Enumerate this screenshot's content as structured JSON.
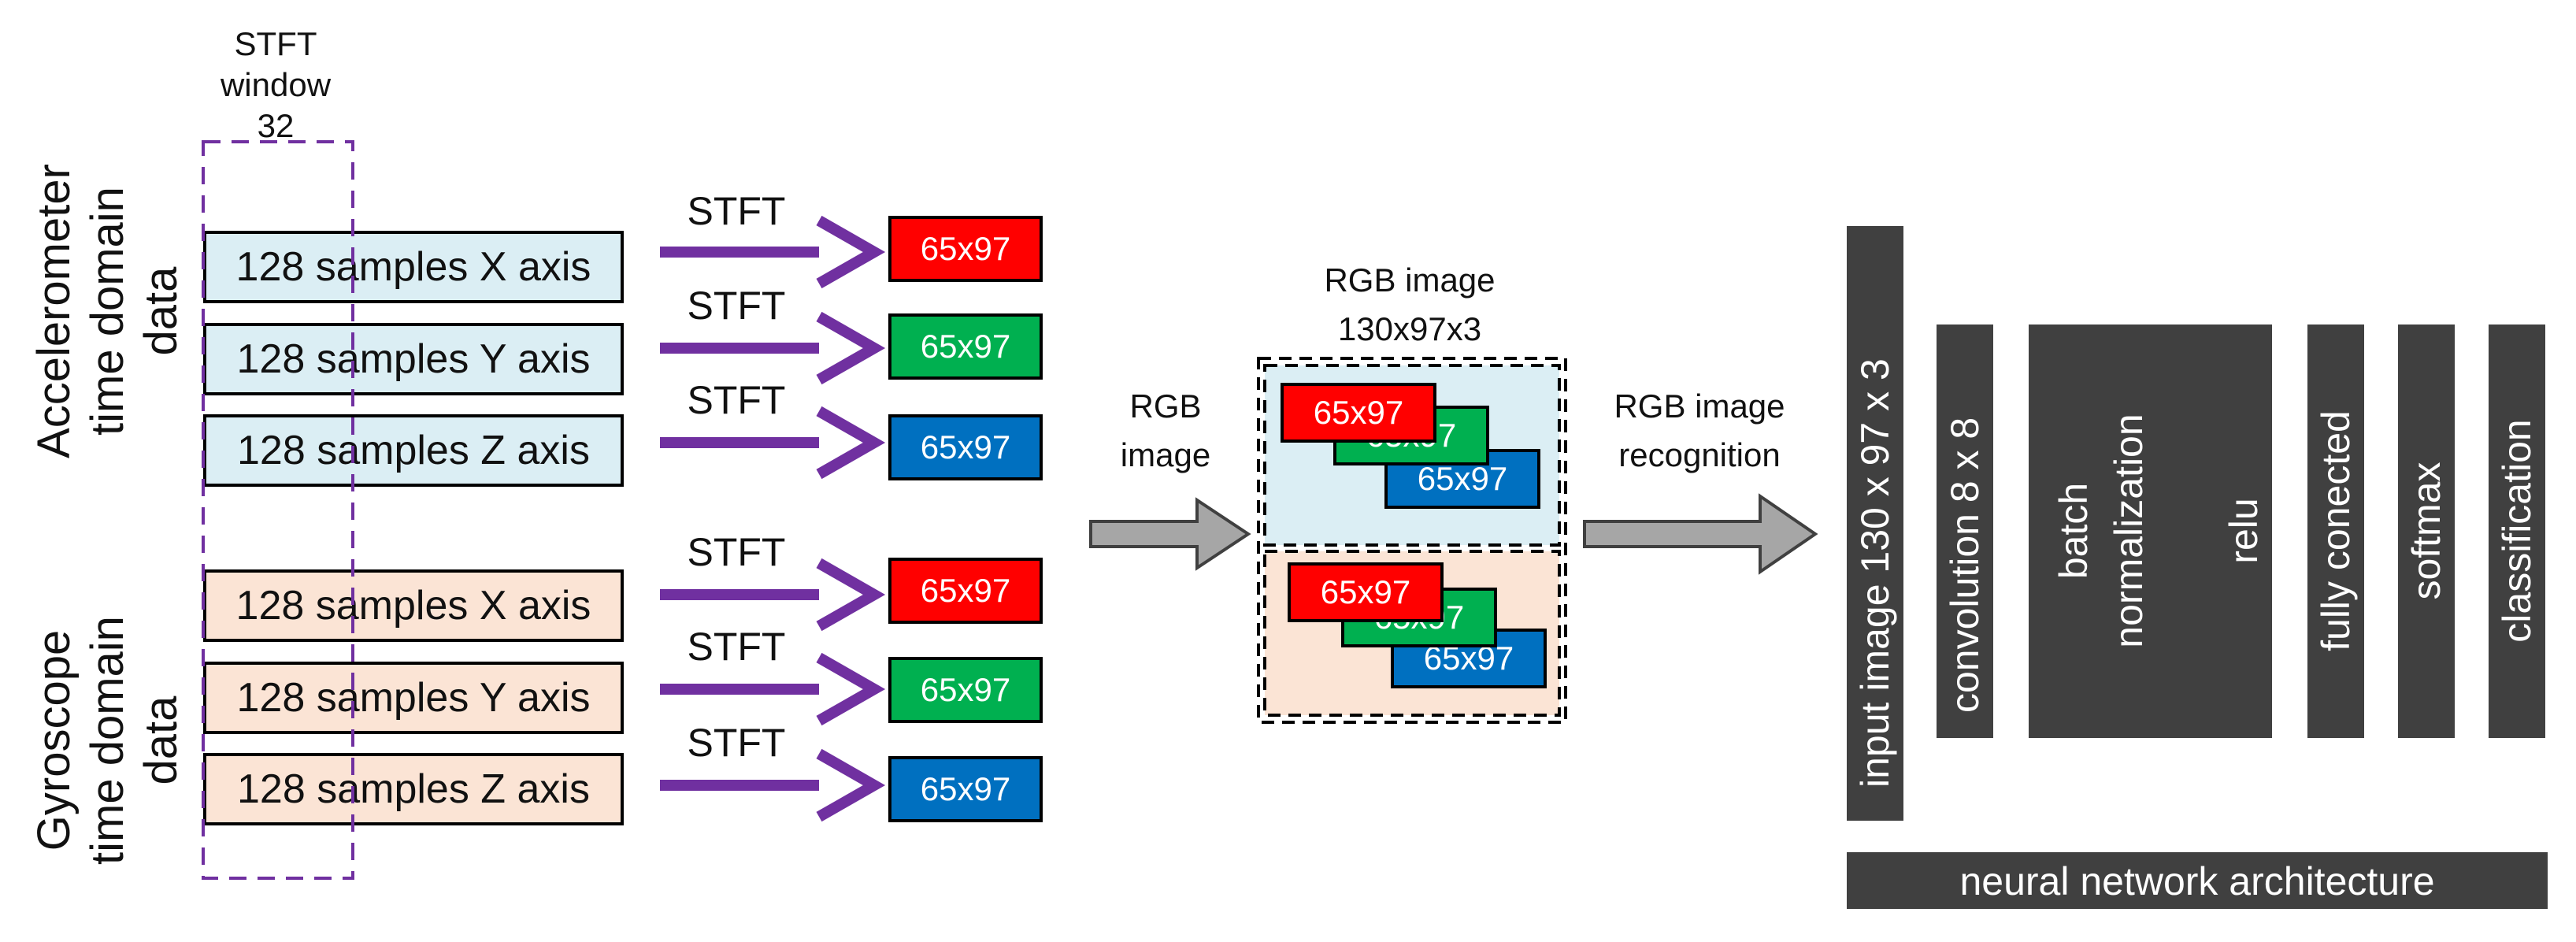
{
  "stft_window": [
    "STFT",
    "window",
    "32"
  ],
  "accelerometer": {
    "label_lines": [
      "Accelerometer",
      "time domain",
      "data"
    ],
    "samples": [
      "128 samples X axis",
      "128 samples Y axis",
      "128 samples Z axis"
    ],
    "fill": "#dbeef4"
  },
  "gyroscope": {
    "label_lines": [
      "Gyroscope",
      "time domain",
      "data"
    ],
    "samples": [
      "128 samples X axis",
      "128 samples Y axis",
      "128 samples Z axis"
    ],
    "fill": "#fbe4d5"
  },
  "stft_label": "STFT",
  "tile_label": "65x97",
  "tile_colors": {
    "red": "#ff0000",
    "green": "#00b050",
    "blue": "#0070c0"
  },
  "arrow_color": "#7030a0",
  "rgb_image_title": [
    "RGB image",
    "130x97x3"
  ],
  "rgb_image_arrow_label": [
    "RGB",
    "image"
  ],
  "recognition_arrow_label": [
    "RGB image",
    "recognition"
  ],
  "nn_layers": {
    "input": "input image 130 x 97 x 3",
    "conv": "convolution 8 x 8",
    "batch": [
      "batch",
      "normalization"
    ],
    "relu": "relu",
    "fc": "fully conected",
    "softmax": "softmax",
    "classification": "classification"
  },
  "nn_title": "neural network architecture",
  "nn_color": "#404040"
}
